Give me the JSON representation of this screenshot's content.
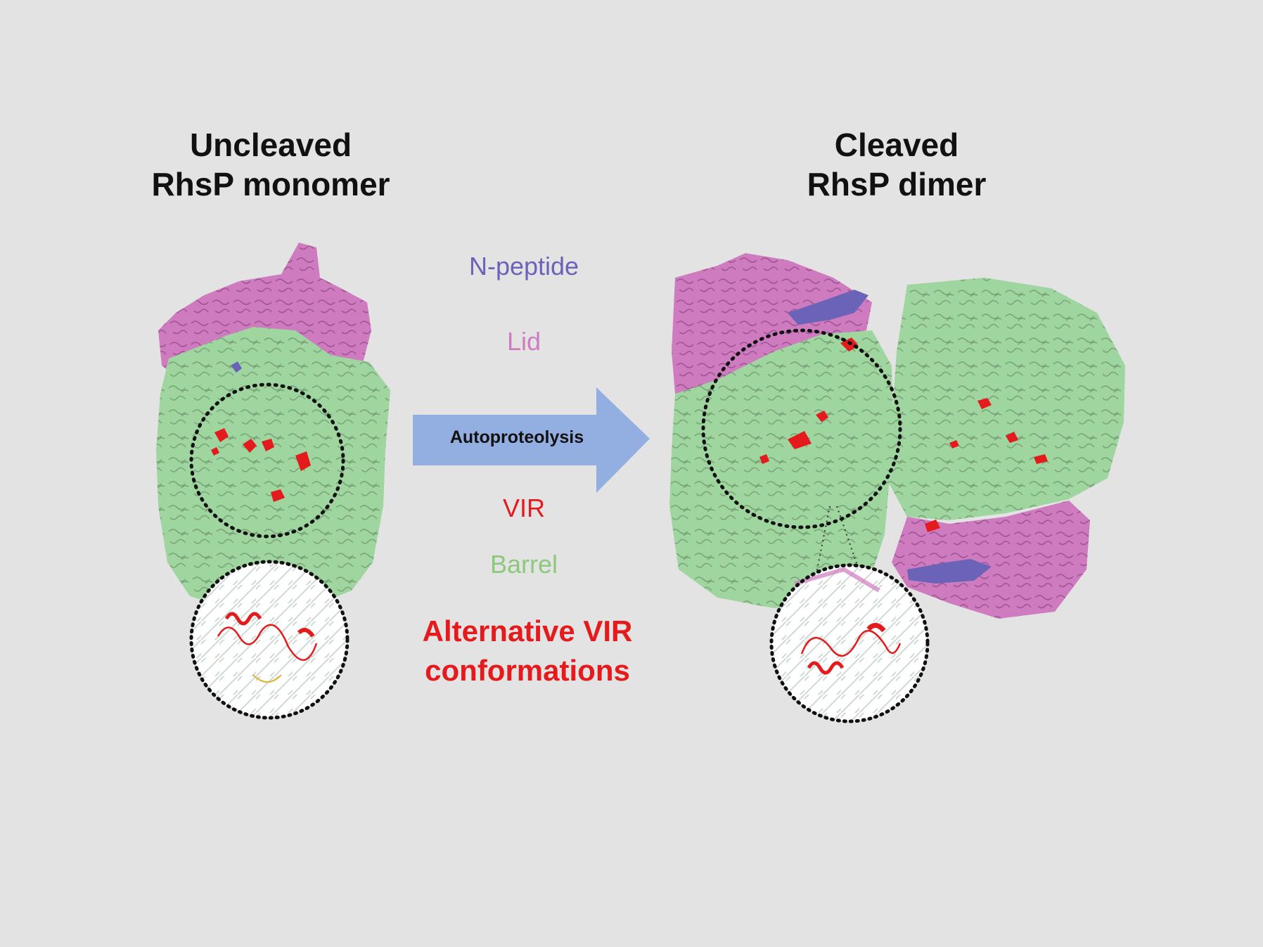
{
  "titles": {
    "left_line1": "Uncleaved",
    "left_line2": "RhsP monomer",
    "right_line1": "Cleaved",
    "right_line2": "RhsP dimer"
  },
  "arrow": {
    "label": "Autoproteolysis"
  },
  "legend": {
    "n_peptide": "N-peptide",
    "lid": "Lid",
    "vir": "VIR",
    "barrel": "Barrel"
  },
  "inset_caption": {
    "line1": "Alternative VIR",
    "line2": "conformations"
  },
  "colors": {
    "background": "#e4e3e4",
    "n_peptide": "#6a63b8",
    "lid": "#cf7bc0",
    "vir": "#e41a1c",
    "barrel": "#9fd59f",
    "arrow": "#93aee0"
  }
}
